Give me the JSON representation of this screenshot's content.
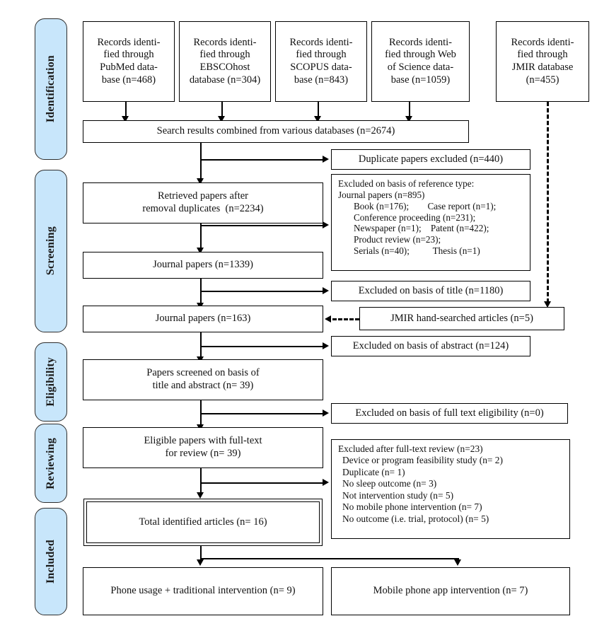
{
  "diagram": {
    "type": "prisma-flow-diagram",
    "accent_color": "#c8e6fb",
    "line_color": "#000000"
  },
  "stages": [
    {
      "label": "Identification"
    },
    {
      "label": "Screening"
    },
    {
      "label": "Eligibility"
    },
    {
      "label": "Reviewing"
    },
    {
      "label": "Included"
    }
  ],
  "identification": {
    "sources": [
      {
        "l1": "Records identi-",
        "l2": "fied through",
        "l3": "PubMed data-",
        "l4": "base (n=468)"
      },
      {
        "l1": "Records identi-",
        "l2": "fied through",
        "l3": "EBSCOhost",
        "l4": "database (n=304)"
      },
      {
        "l1": "Records identi-",
        "l2": "fied through",
        "l3": "SCOPUS data-",
        "l4": "base (n=843)"
      },
      {
        "l1": "Records identi-",
        "l2": "fied through Web",
        "l3": "of Science data-",
        "l4": "base (n=1059)"
      },
      {
        "l1": "Records identi-",
        "l2": "fied through",
        "l3": "JMIR database",
        "l4": "(n=455)"
      }
    ],
    "combined": "Search results combined from various databases (n=2674)"
  },
  "screening": {
    "retrieved_l1": "Retrieved papers after",
    "retrieved_l2": "removal duplicates  (n=2234)",
    "journal_papers_1339": "Journal papers (n=1339)",
    "journal_papers_163": "Journal papers (n=163)",
    "duplicates_excluded": "Duplicate papers excluded (n=440)",
    "excluded_title": "Excluded on basis of title (n=1180)",
    "jmir_hand_searched": "JMIR hand-searched articles (n=5)",
    "reference_type": {
      "head1": "Excluded on basis of reference type:",
      "head2": "Journal papers (n=895)",
      "items": [
        "Book (n=176);        Case report (n=1);",
        "Conference proceeding (n=231);",
        "Newspaper (n=1);    Patent (n=422);",
        "Product review (n=23);",
        "Serials (n=40);          Thesis (n=1)"
      ]
    }
  },
  "eligibility": {
    "screened_l1": "Papers screened on basis of",
    "screened_l2": "title and abstract (n= 39)",
    "excluded_abstract": "Excluded on basis of abstract (n=124)",
    "excluded_fulltext_eligibility": "Excluded on basis of full text eligibility (n=0)"
  },
  "reviewing": {
    "eligible_l1": "Eligible papers with full-text",
    "eligible_l2": "for review (n= 39)",
    "excluded_after_review": {
      "head": "Excluded after full-text review (n=23)",
      "items": [
        "Device or program feasibility study (n= 2)",
        "Duplicate (n= 1)",
        "No sleep outcome (n= 3)",
        "Not intervention study (n= 5)",
        "No mobile phone intervention (n= 7)",
        "No outcome (i.e. trial, protocol) (n= 5)"
      ]
    }
  },
  "included": {
    "total": "Total identified articles (n= 16)",
    "outcome_left": "Phone usage + traditional intervention (n= 9)",
    "outcome_right": "Mobile phone app intervention (n= 7)"
  }
}
